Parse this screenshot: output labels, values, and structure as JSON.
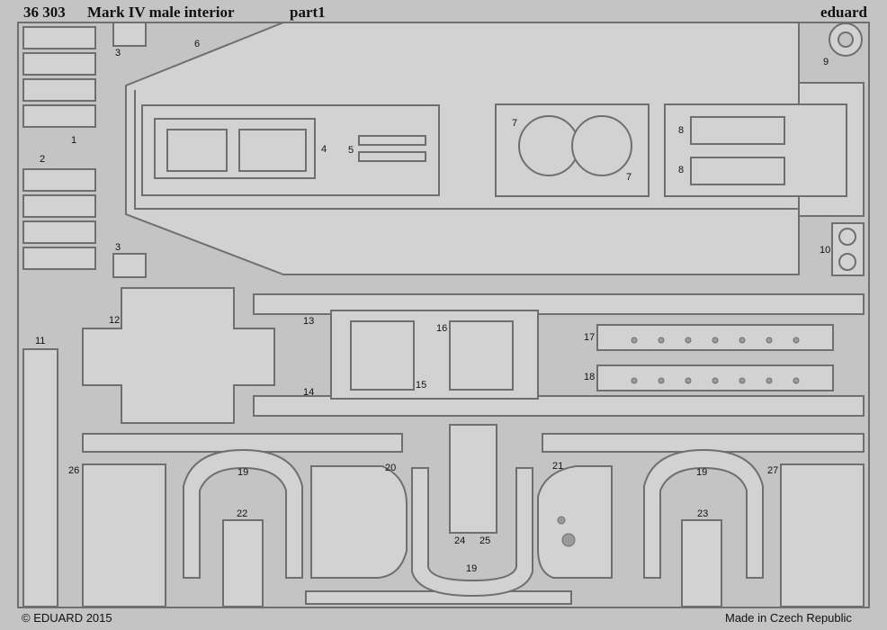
{
  "header": {
    "code": "36 303",
    "title": "Mark IV male interior",
    "part": "part1",
    "brand": "eduard"
  },
  "footer": {
    "copyright": "© EDUARD 2015",
    "origin": "Made in Czech Republic"
  },
  "part_labels": [
    "1",
    "2",
    "3",
    "3",
    "4",
    "5",
    "6",
    "7",
    "7",
    "8",
    "8",
    "9",
    "10",
    "11",
    "12",
    "13",
    "14",
    "15",
    "16",
    "17",
    "18",
    "19",
    "19",
    "19",
    "20",
    "21",
    "22",
    "23",
    "24",
    "25",
    "26",
    "27"
  ],
  "colors": {
    "fret": "#c4c4c4",
    "outline": "#6f6f6f",
    "part_fill": "#d2d2d2",
    "hole": "#9a9a9a"
  }
}
